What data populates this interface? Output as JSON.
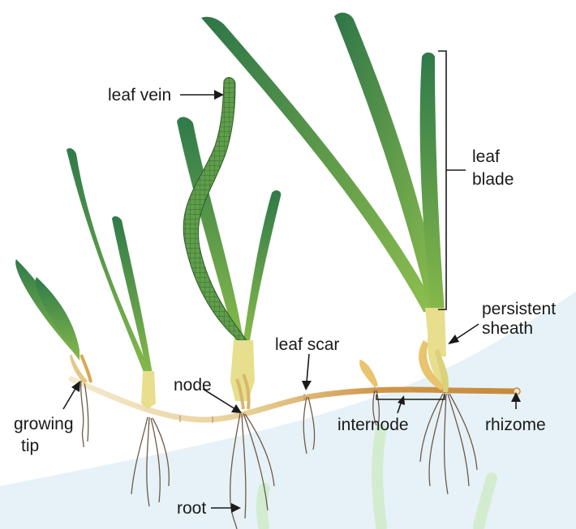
{
  "labels": {
    "leaf_vein": "leaf vein",
    "leaf_blade_1": "leaf",
    "leaf_blade_2": "blade",
    "persistent_sheath_1": "persistent",
    "persistent_sheath_2": "sheath",
    "leaf_scar": "leaf scar",
    "node": "node",
    "growing_tip_1": "growing",
    "growing_tip_2": "tip",
    "internode": "internode",
    "rhizome": "rhizome",
    "root": "root"
  },
  "colors": {
    "leaf_dark": "#2f7a4a",
    "leaf_light": "#86b94a",
    "sheath": "#e7de8e",
    "rhizome_dark": "#c68a3b",
    "rhizome_light": "#f2e6bd",
    "background_water": "#e6f2f7",
    "root": "#6e5a48"
  }
}
